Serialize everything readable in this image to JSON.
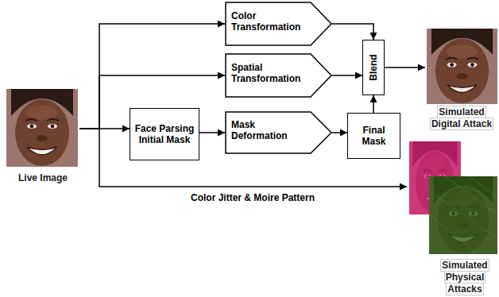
{
  "diagram": {
    "nodes": [
      {
        "text": [
          "Live Image"
        ]
      },
      {
        "text": [
          "Color Transformation"
        ]
      },
      {
        "text": [
          "Spatial Transformation"
        ]
      },
      {
        "text": [
          "Face Parsing Initial Mask"
        ]
      },
      {
        "text": [
          "Mask Deformation"
        ]
      },
      {
        "text": [
          "Blend"
        ]
      },
      {
        "text": [
          "Final Mask"
        ]
      },
      {
        "text": [
          "Simulated Digital Attack"
        ]
      },
      {
        "text": [
          "Simulated Physical Attacks"
        ]
      }
    ],
    "edges": [
      {
        "from": 0,
        "to": 1,
        "arrow": "to"
      },
      {
        "from": 0,
        "to": 2,
        "arrow": "to"
      },
      {
        "from": 0,
        "to": 3,
        "arrow": "to"
      },
      {
        "from": 0,
        "to": 8,
        "arrow": "to",
        "label": "Color Jitter & Moire Pattern"
      },
      {
        "from": 3,
        "to": 4,
        "arrow": "to"
      },
      {
        "from": 4,
        "to": 6,
        "arrow": "to"
      },
      {
        "from": 6,
        "to": 5,
        "arrow": "to"
      },
      {
        "from": 1,
        "to": 5,
        "arrow": "to"
      },
      {
        "from": 2,
        "to": 5,
        "arrow": "to"
      },
      {
        "from": 5,
        "to": 7,
        "arrow": "to"
      }
    ]
  }
}
